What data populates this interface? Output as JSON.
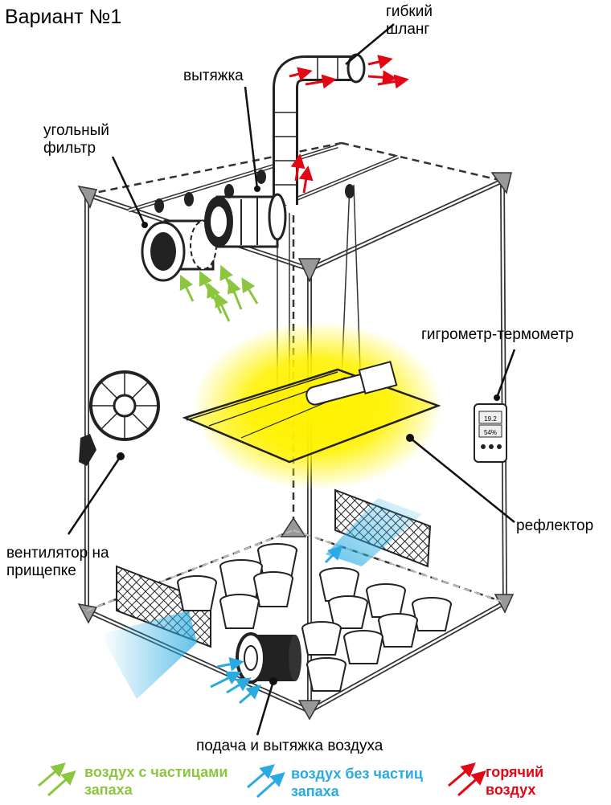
{
  "title": "Вариант №1",
  "labels": {
    "hose": "гибкий\nшланг",
    "exhaust": "вытяжка",
    "carbon_filter": "угольный\nфильтр",
    "hygrometer": "гигрометр-термометр",
    "clip_fan": "вентилятор на\nприщепке",
    "reflector": "рефлектор",
    "air_io": "подача и вытяжка воздуха"
  },
  "hygrometer_display": {
    "temp": "19.2",
    "humidity": "54%"
  },
  "legend": [
    {
      "text": "воздух с частицами\nзапаха",
      "color": "#8cc63f"
    },
    {
      "text": "воздух без частиц\nзапаха",
      "color": "#29abe2"
    },
    {
      "text": "горячий\nвоздух",
      "color": "#e30613"
    }
  ],
  "colors": {
    "green_air": "#8cc63f",
    "blue_air": "#29abe2",
    "hot_air": "#e30613",
    "lamp_glow": "#fff200"
  }
}
